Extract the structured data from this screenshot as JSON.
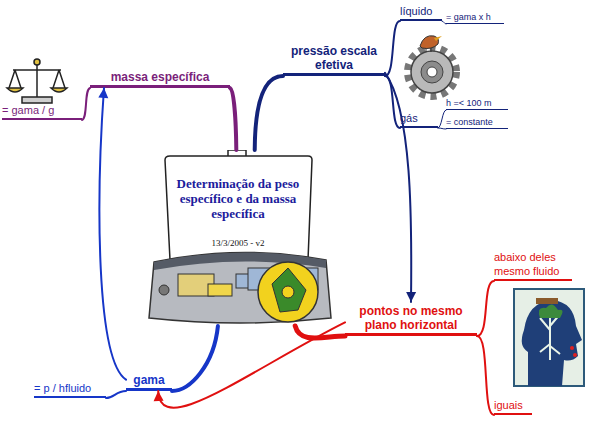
{
  "diagram": {
    "nodes": [
      {
        "text": [
          "Determinação da peso específico e da massa específica",
          "13/3/2005 - v2"
        ]
      },
      {
        "text": [
          "massa específica"
        ]
      },
      {
        "text": [
          "= gama / g"
        ]
      },
      {
        "text": [
          "pressão escala efetiva"
        ]
      },
      {
        "text": [
          "líquido"
        ]
      },
      {
        "text": [
          "= gama x h"
        ]
      },
      {
        "text": [
          "gás"
        ]
      },
      {
        "text": [
          "h =< 100 m"
        ]
      },
      {
        "text": [
          "= constante"
        ]
      },
      {
        "text": [
          "pontos no mesmo plano horizontal"
        ]
      },
      {
        "text": [
          "abaixo deles mesmo fluido"
        ]
      },
      {
        "text": [
          "iguais"
        ]
      },
      {
        "text": [
          "gama"
        ]
      },
      {
        "text": [
          "= p / hfluido"
        ]
      }
    ],
    "edges": [
      {
        "from": 0,
        "to": 1,
        "arrow": "none"
      },
      {
        "from": 1,
        "to": 2,
        "arrow": "none"
      },
      {
        "from": 0,
        "to": 3,
        "arrow": "none"
      },
      {
        "from": 3,
        "to": 4,
        "arrow": "none"
      },
      {
        "from": 4,
        "to": 5,
        "arrow": "none"
      },
      {
        "from": 3,
        "to": 6,
        "arrow": "none"
      },
      {
        "from": 6,
        "to": 7,
        "arrow": "none"
      },
      {
        "from": 6,
        "to": 8,
        "arrow": "none"
      },
      {
        "from": 0,
        "to": 9,
        "arrow": "none"
      },
      {
        "from": 9,
        "to": 10,
        "arrow": "none"
      },
      {
        "from": 9,
        "to": 11,
        "arrow": "none"
      },
      {
        "from": 0,
        "to": 12,
        "arrow": "none"
      },
      {
        "from": 12,
        "to": 13,
        "arrow": "none"
      },
      {
        "from": 12,
        "to": 1,
        "arrow": "to"
      },
      {
        "from": 3,
        "to": 9,
        "arrow": "to"
      },
      {
        "from": 9,
        "to": 12,
        "arrow": "to"
      }
    ]
  }
}
